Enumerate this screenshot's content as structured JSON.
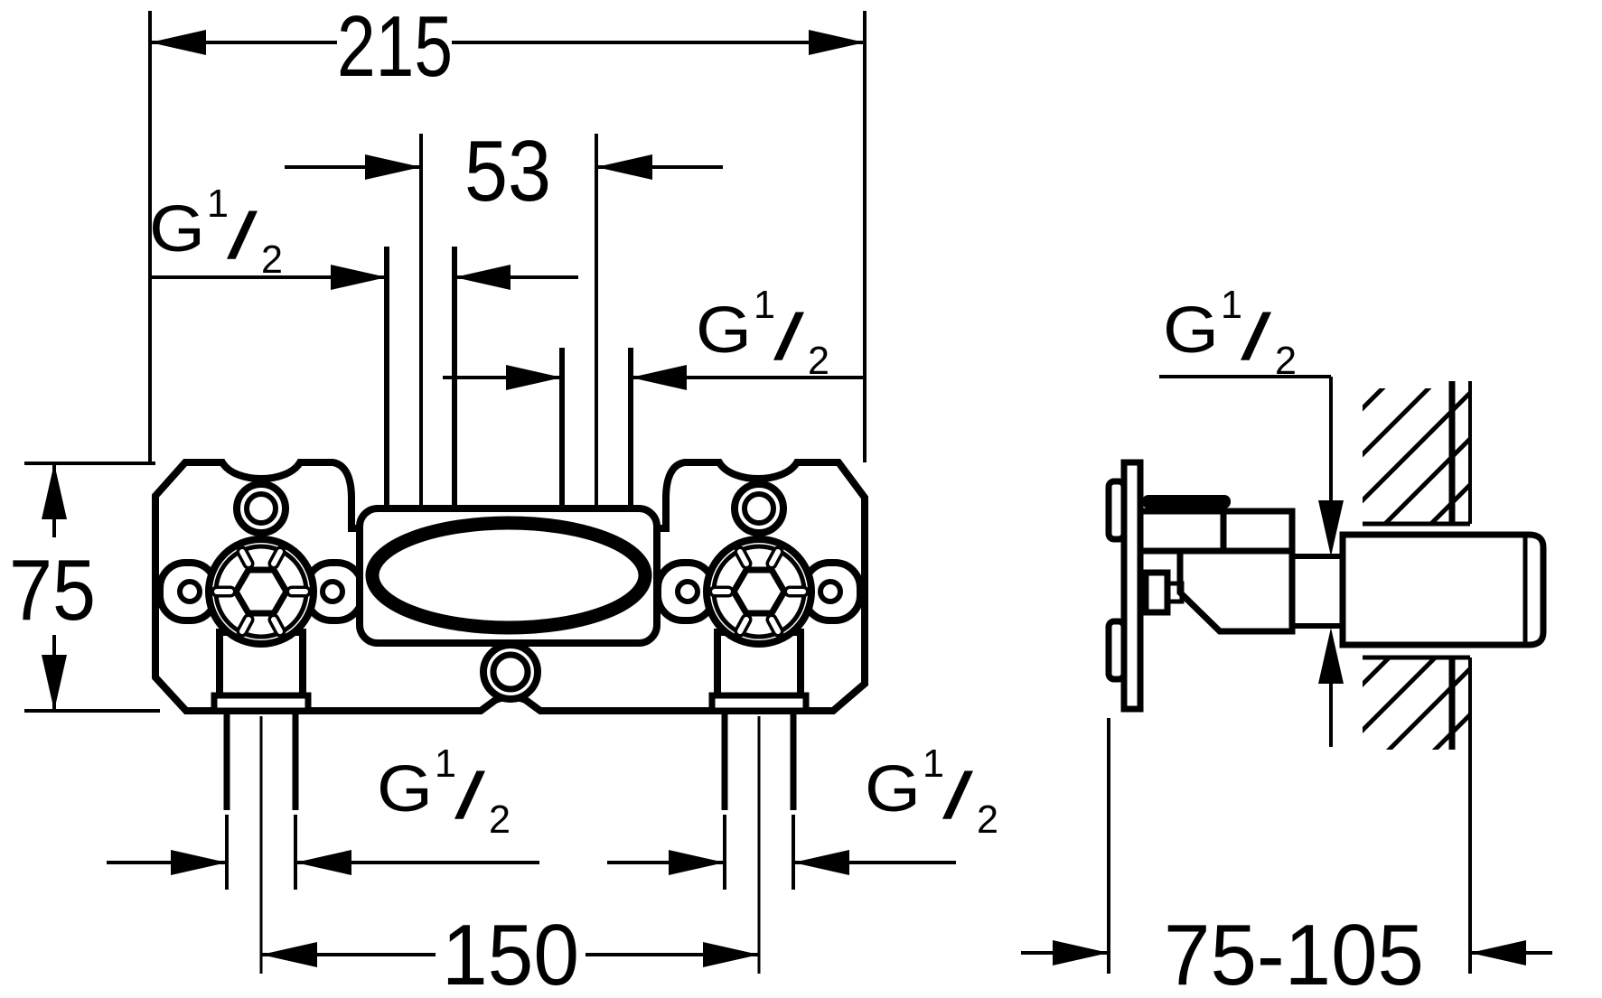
{
  "page": {
    "background_color": "#ffffff",
    "line_color": "#000000",
    "description": "Installation dimension drawing of a concealed two-handle mixer valve body, front view and side wall-section view"
  },
  "drawing": {
    "dimensions": {
      "overall_width": "215",
      "top_inlet_spacing": "53",
      "body_height": "75",
      "bottom_outlet_spacing": "150",
      "installation_depth_range": "75-105"
    },
    "thread": {
      "g": "G",
      "sup": "1",
      "slash": "/",
      "sub": "2"
    }
  }
}
